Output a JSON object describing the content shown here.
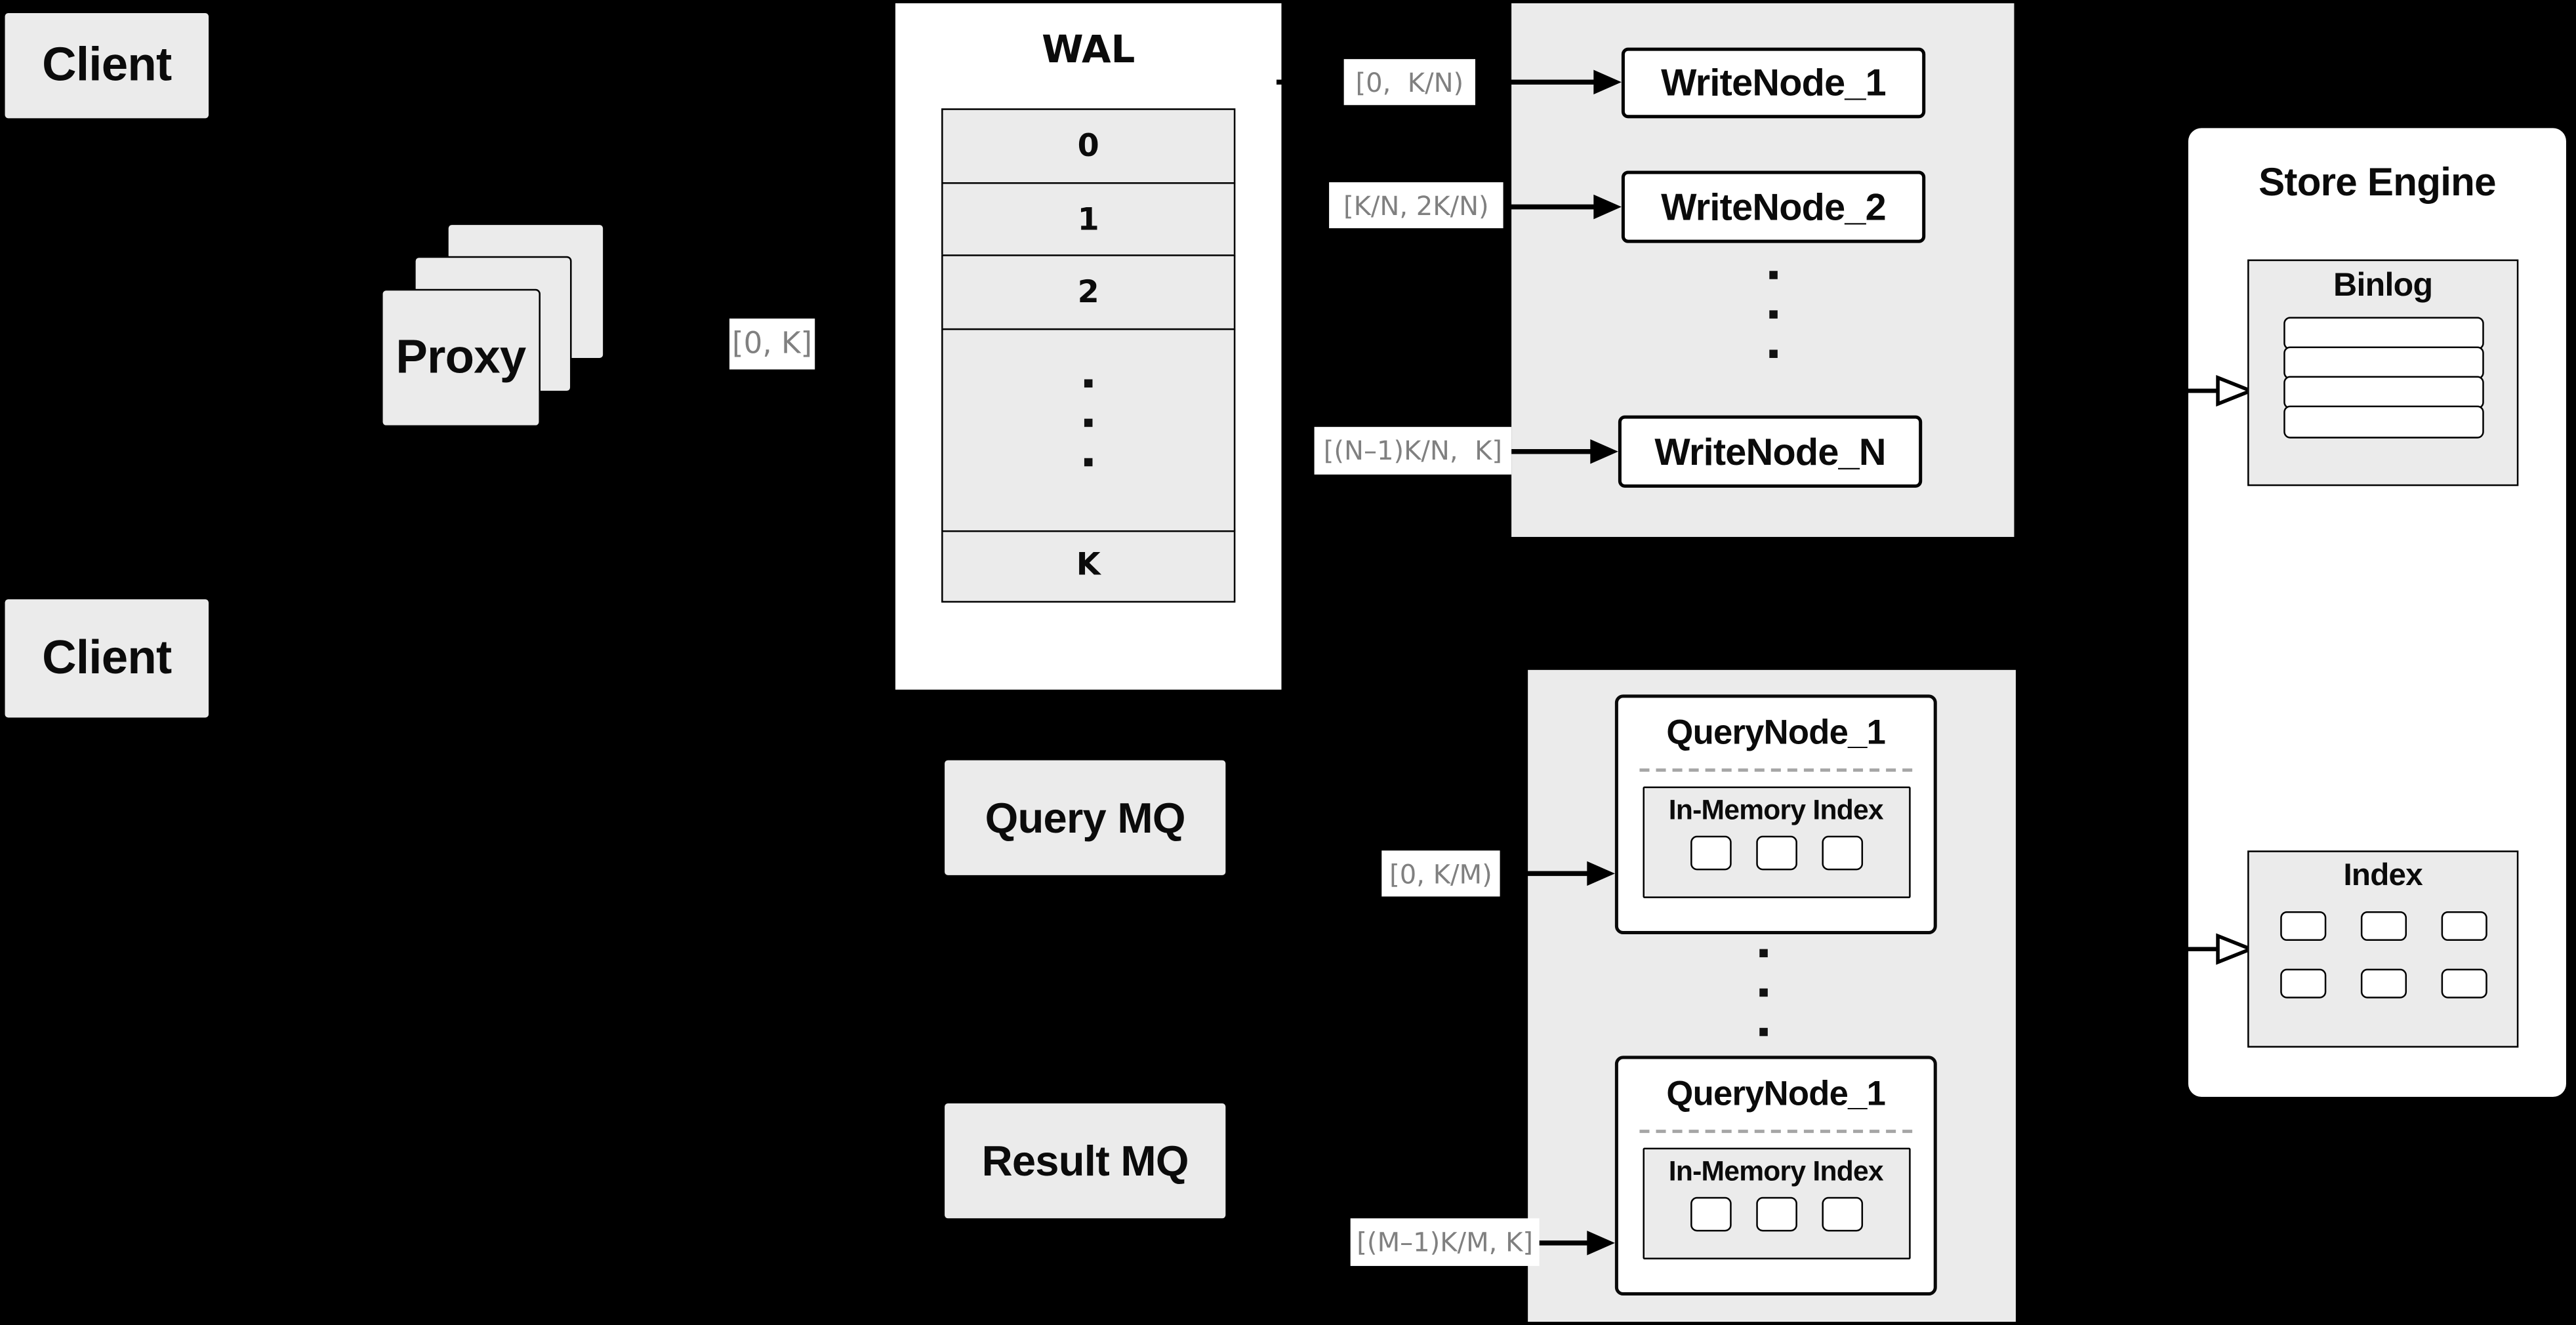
{
  "colors": {
    "background": "#000000",
    "panel_white": "#ffffff",
    "box_gray": "#ebebeb",
    "border_black": "#000000",
    "node_text": "#0b0b0b",
    "edge_label_text": "#808080",
    "dashed_divider": "#a6a6a6"
  },
  "diagram": {
    "clients": [
      {
        "label": "Client"
      },
      {
        "label": "Client"
      }
    ],
    "proxy": {
      "label": "Proxy",
      "stack_count": 3
    },
    "wal": {
      "title": "WAL",
      "rows": [
        "0",
        "1",
        "2",
        "K"
      ],
      "vertical_ellipsis": "···"
    },
    "write_cluster": {
      "nodes": [
        "WriteNode_1",
        "WriteNode_2",
        "WriteNode_N"
      ],
      "vertical_ellipsis": "···"
    },
    "query_cluster": {
      "nodes": [
        {
          "title": "QueryNode_1",
          "index_label": "In-Memory Index",
          "memory_cells": 3
        },
        {
          "title": "QueryNode_1",
          "index_label": "In-Memory Index",
          "memory_cells": 3
        }
      ],
      "vertical_ellipsis": "···"
    },
    "mq": {
      "query_label": "Query MQ",
      "result_label": "Result MQ"
    },
    "store_engine": {
      "title": "Store Engine",
      "binlog_title": "Binlog",
      "binlog_rows": 4,
      "index_title": "Index",
      "index_cells": 6
    },
    "edge_labels": {
      "client_to_wal": "[0, K]",
      "wal_to_writenode_1": "[0,  K/N)",
      "wal_to_writenode_2": "[K/N, 2K/N)",
      "wal_to_writenode_n": "[(N–1)K/N,  K]",
      "querymq_to_querynode_1": "[0, K/M)",
      "resultmq_to_querynode_m": "[(M–1)K/M, K]"
    }
  }
}
